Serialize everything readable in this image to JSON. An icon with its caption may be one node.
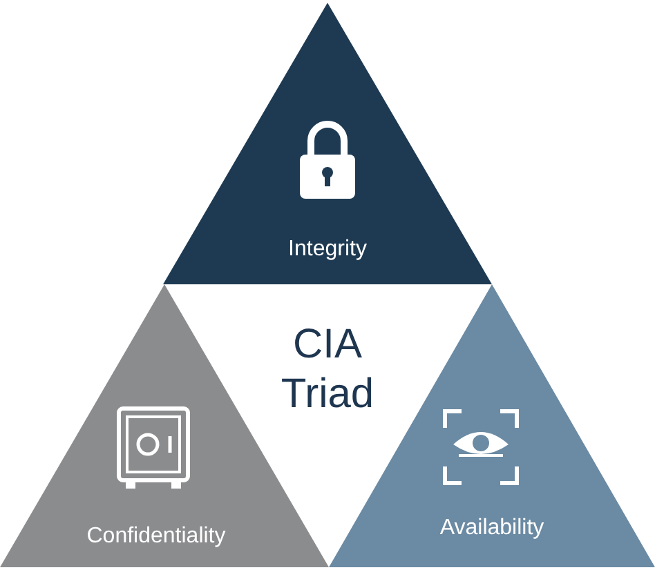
{
  "diagram": {
    "title": "CIA Triad",
    "nodes": [
      {
        "text": [
          "Integrity"
        ]
      },
      {
        "text": [
          "Confidentiality"
        ]
      },
      {
        "text": [
          "Availability"
        ]
      }
    ]
  }
}
